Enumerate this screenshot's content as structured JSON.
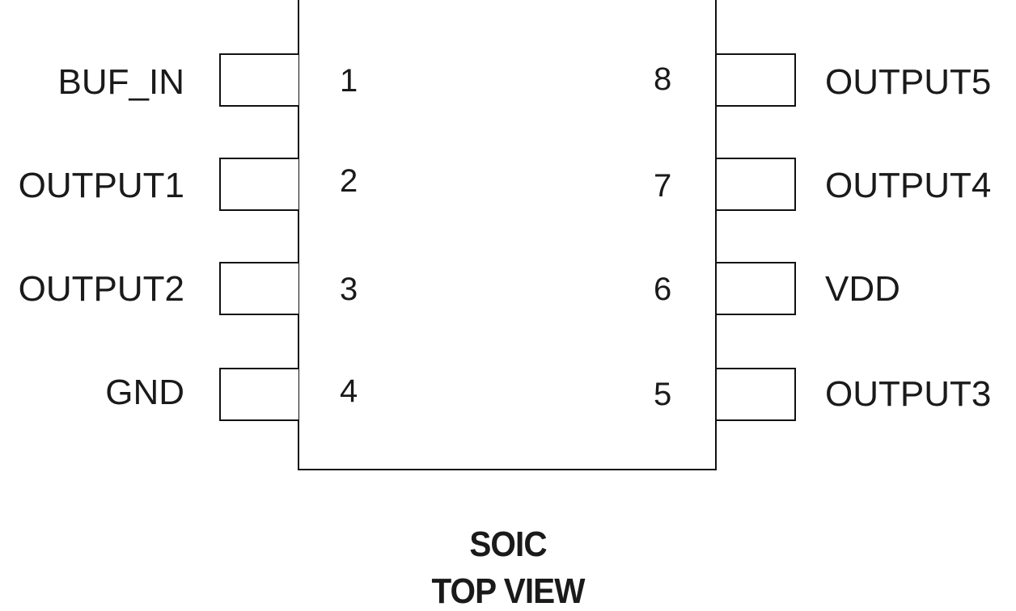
{
  "package": "SOIC",
  "view": "TOP VIEW",
  "pins": [
    {
      "number": "1",
      "name": "BUF_IN",
      "side": "left"
    },
    {
      "number": "2",
      "name": "OUTPUT1",
      "side": "left"
    },
    {
      "number": "3",
      "name": "OUTPUT2",
      "side": "left"
    },
    {
      "number": "4",
      "name": "GND",
      "side": "left"
    },
    {
      "number": "5",
      "name": "OUTPUT3",
      "side": "right"
    },
    {
      "number": "6",
      "name": "VDD",
      "side": "right"
    },
    {
      "number": "7",
      "name": "OUTPUT4",
      "side": "right"
    },
    {
      "number": "8",
      "name": "OUTPUT5",
      "side": "right"
    }
  ],
  "colors": {
    "line": "#111111",
    "background": "#ffffff"
  }
}
